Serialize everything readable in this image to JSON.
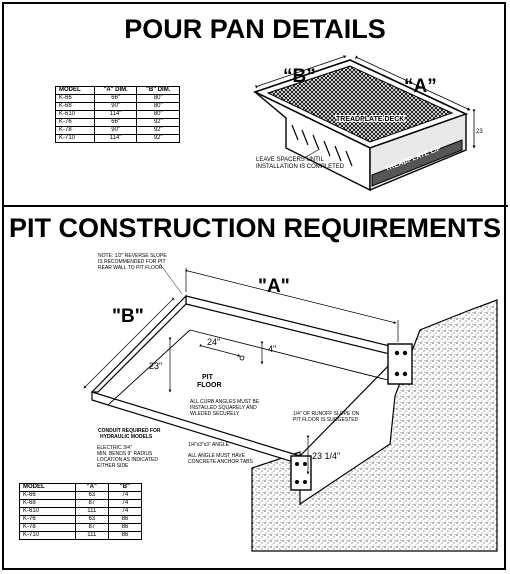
{
  "pour_pan": {
    "title": "POUR PAN DETAILS",
    "table": {
      "headers": [
        "MODEL",
        "\"A\" DIM.",
        "\"B\" DIM."
      ],
      "rows": [
        [
          "K-66",
          "66\"",
          "80\""
        ],
        [
          "K-68",
          "90\"",
          "80\""
        ],
        [
          "K-610",
          "114\"",
          "80\""
        ],
        [
          "K-76",
          "66\"",
          "92\""
        ],
        [
          "K-78",
          "90\"",
          "92\""
        ],
        [
          "K-710",
          "114\"",
          "92\""
        ]
      ]
    },
    "label_b": "“B”",
    "label_a": "“A”",
    "deck_label": "TREADPLATE DECK",
    "lip_label": "TREADPLATE LIP",
    "depth_label": "23",
    "spacer_note_1": "LEAVE SPACERS UNTIL",
    "spacer_note_2": "INSTALLATION IS COMPLETED"
  },
  "pit": {
    "title": "PIT CONSTRUCTION REQUIREMENTS",
    "note_1": "NOTE: 1/2\" REVERSE SLOPE",
    "note_2": "IS RECOMMENDED FOR PIT",
    "note_3": "REAR WALL TO PIT FLOOR",
    "label_a": "\"A\"",
    "label_b": "\"B\"",
    "dim_24": "24\"",
    "dim_4": "4\"",
    "dim_23": "23\"",
    "dim_23_14": "23 1/4\"",
    "pit_floor_1": "PIT",
    "pit_floor_2": "FLOOR",
    "curb_1": "ALL CURB ANGLES MUST BE",
    "curb_2": "INSTALLED SQUARELY AND",
    "curb_3": "WLEDED SECURELY",
    "runoff_1": "1/4\" OF RUNOFF SLOPE ON",
    "runoff_2": "PIT FLOOR IS SUGGESTED",
    "conduit_1": "CONDUIT REQUIRED FOR",
    "conduit_2": "HYDRAULIC MODELS",
    "electric_1": "ELECTRIC 3/4\"",
    "electric_2": "MIN. BENDS 9\" RADIUS",
    "electric_3": "LOCATION AS INDICATED",
    "electric_4": "EITHER SIDE",
    "angle_1": "1/4\"x3\"x3\" ANGLE",
    "angle_2": "ALL ANGLE MUST HAVE",
    "angle_3": "CONCRETE ANCHOR TABS",
    "table": {
      "headers": [
        "MODEL",
        "\"A\"",
        "\"B\""
      ],
      "rows": [
        [
          "K-66",
          "63",
          "74"
        ],
        [
          "K-68",
          "87",
          "74"
        ],
        [
          "K-610",
          "111",
          "74"
        ],
        [
          "K-76",
          "63",
          "86"
        ],
        [
          "K-78",
          "87",
          "86"
        ],
        [
          "K-710",
          "111",
          "86"
        ]
      ]
    }
  }
}
